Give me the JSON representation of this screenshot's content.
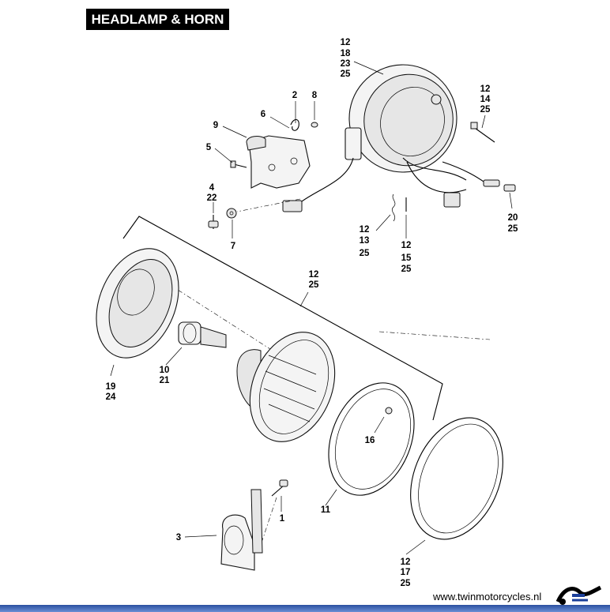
{
  "title": "HEADLAMP & HORN",
  "callouts": {
    "c_12_18_23_25": [
      "12",
      "18",
      "23",
      "25"
    ],
    "c_2": [
      "2"
    ],
    "c_8": [
      "8"
    ],
    "c_6": [
      "6"
    ],
    "c_9": [
      "9"
    ],
    "c_5": [
      "5"
    ],
    "c_4_22": [
      "4",
      "22"
    ],
    "c_7": [
      "7"
    ],
    "c_12_14_25": [
      "12",
      "14",
      "25"
    ],
    "c_20_25": [
      "20",
      "25"
    ],
    "c_12_13_25": [
      "12",
      "13",
      "25"
    ],
    "c_12_15_25": [
      "12",
      "15",
      "25"
    ],
    "c_12_25": [
      "12",
      "25"
    ],
    "c_19_24": [
      "19",
      "24"
    ],
    "c_10_21": [
      "10",
      "21"
    ],
    "c_16": [
      "16"
    ],
    "c_11": [
      "11"
    ],
    "c_1": [
      "1"
    ],
    "c_3": [
      "3"
    ],
    "c_12_17_25": [
      "12",
      "17",
      "25"
    ]
  },
  "footer": {
    "website": "www.twinmotorcycles.nl"
  },
  "colors": {
    "footer_bar": "#2a4fa0",
    "title_bg": "#000000",
    "title_text": "#ffffff"
  },
  "icons": {
    "logo": "twin-motorcycles-logo-icon"
  }
}
